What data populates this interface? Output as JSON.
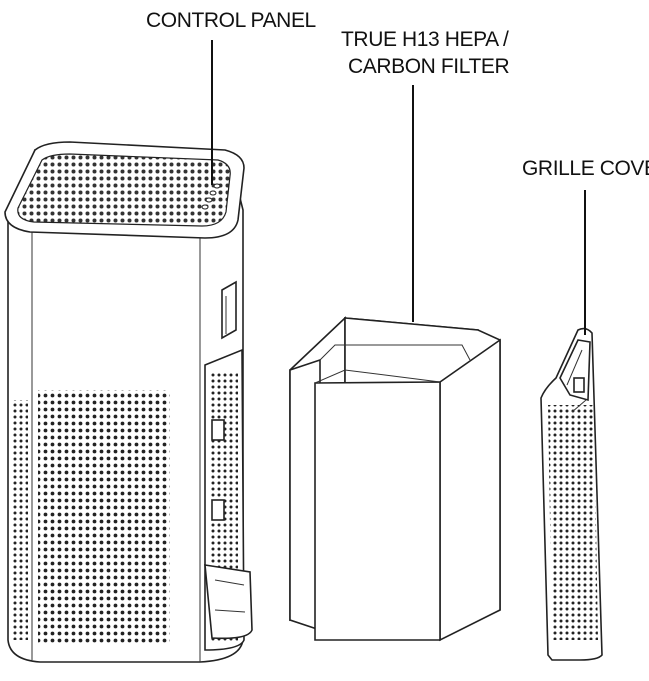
{
  "labels": {
    "control_panel": "CONTROL PANEL",
    "filter_line1": "TRUE H13 HEPA /",
    "filter_line2": "CARBON FILTER",
    "grille_cover": "GRILLE COVER"
  },
  "colors": {
    "outline": "#222222",
    "text": "#111111",
    "background": "#ffffff"
  }
}
